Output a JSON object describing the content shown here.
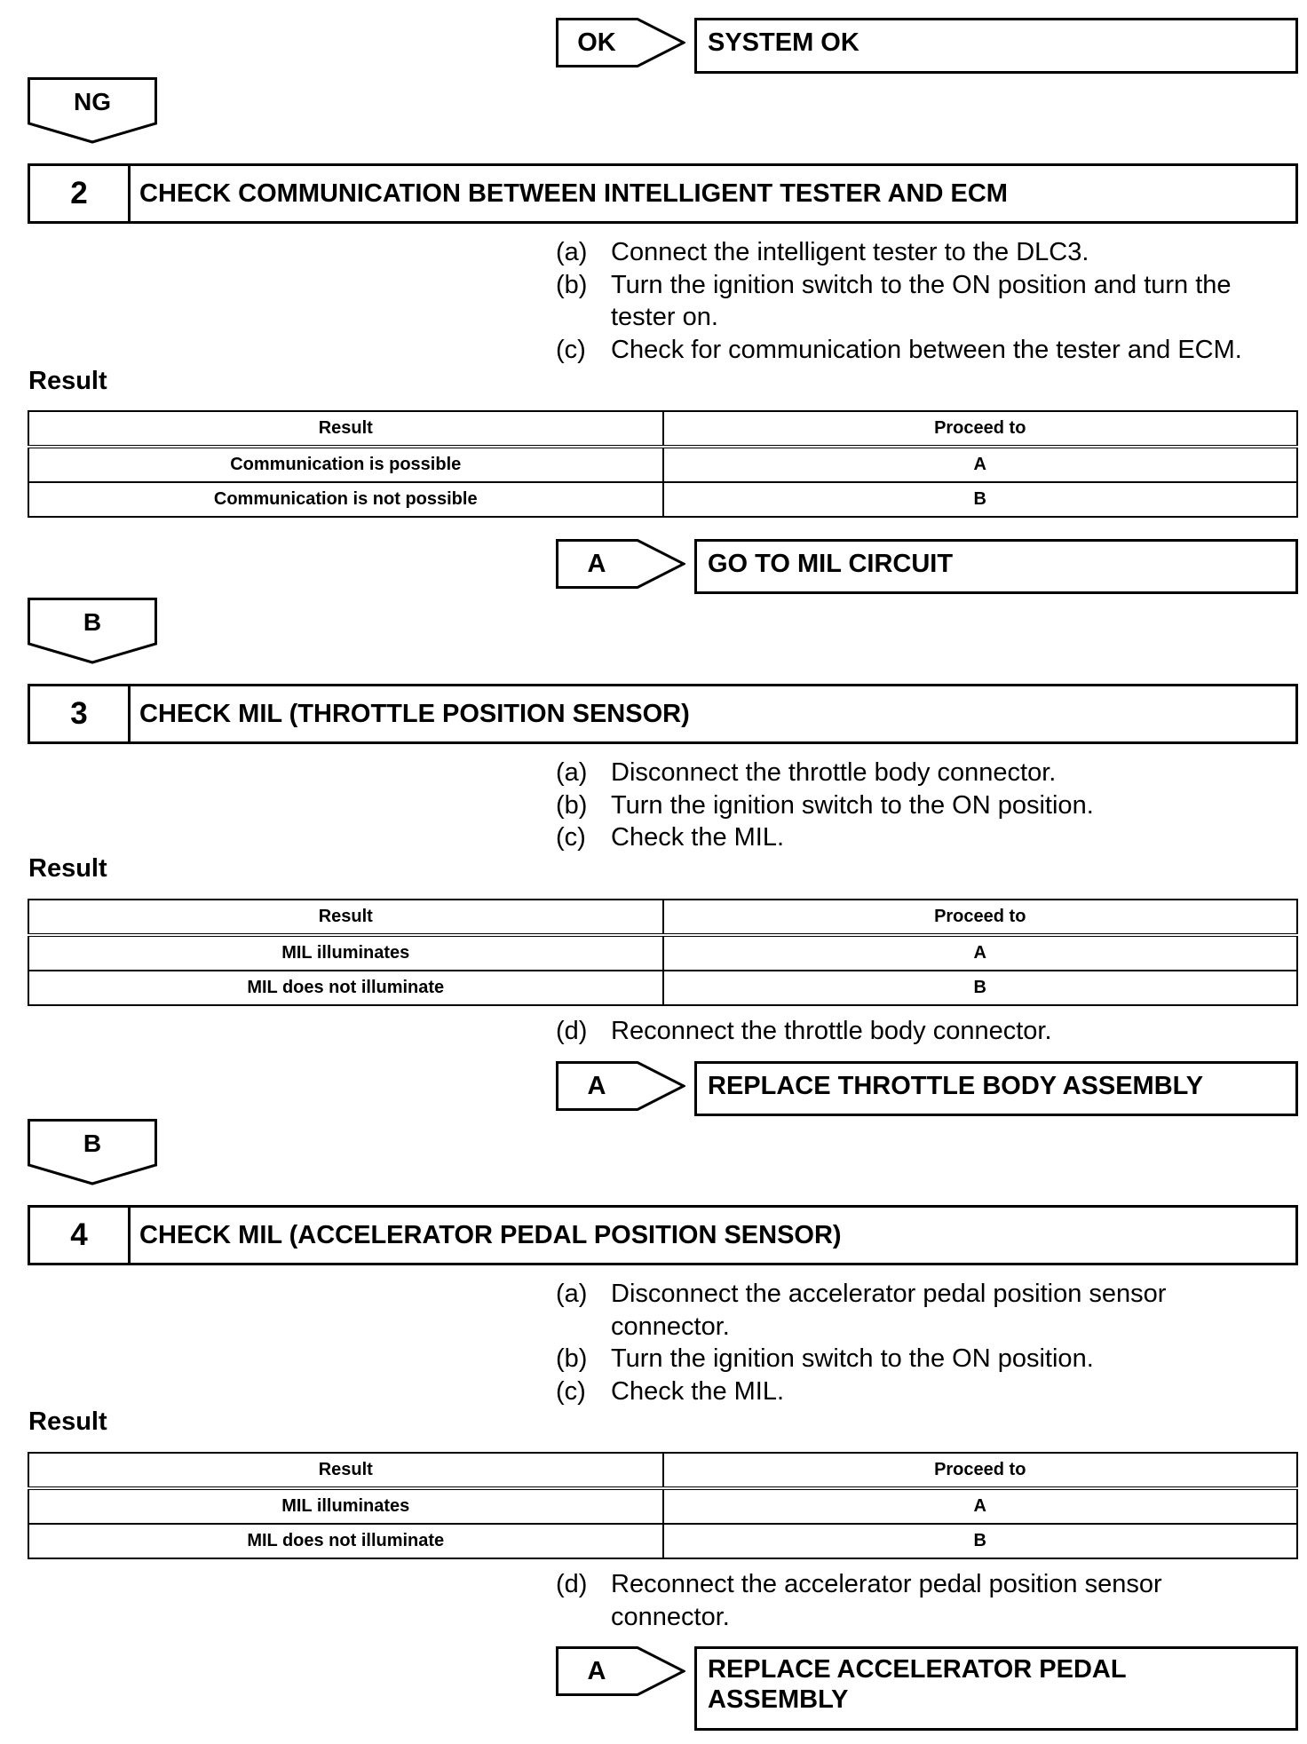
{
  "flow_labels": {
    "ok": "OK",
    "ng": "NG",
    "a": "A",
    "b": "B"
  },
  "results": {
    "system_ok": "SYSTEM OK",
    "go_to_mil": "GO TO MIL CIRCUIT",
    "replace_throttle": "REPLACE THROTTLE BODY ASSEMBLY",
    "replace_pedal": "REPLACE ACCELERATOR PEDAL ASSEMBLY"
  },
  "result_heading": "Result",
  "table_headers": {
    "result": "Result",
    "proceed": "Proceed to"
  },
  "steps": [
    {
      "number": "2",
      "title": "CHECK COMMUNICATION BETWEEN INTELLIGENT TESTER AND ECM",
      "instructions": [
        {
          "marker": "(a)",
          "text": "Connect the intelligent tester to the DLC3."
        },
        {
          "marker": "(b)",
          "text": "Turn the ignition switch to the ON position and turn the tester on."
        },
        {
          "marker": "(c)",
          "text": "Check for communication between the tester and ECM."
        }
      ],
      "table": [
        {
          "result": "Communication is possible",
          "proceed": "A"
        },
        {
          "result": "Communication is not possible",
          "proceed": "B"
        }
      ]
    },
    {
      "number": "3",
      "title": "CHECK MIL (THROTTLE POSITION SENSOR)",
      "instructions": [
        {
          "marker": "(a)",
          "text": "Disconnect the throttle body connector."
        },
        {
          "marker": "(b)",
          "text": "Turn the ignition switch to the ON position."
        },
        {
          "marker": "(c)",
          "text": "Check the MIL."
        }
      ],
      "table": [
        {
          "result": "MIL illuminates",
          "proceed": "A"
        },
        {
          "result": "MIL does not illuminate",
          "proceed": "B"
        }
      ],
      "after": {
        "marker": "(d)",
        "text": "Reconnect the throttle body connector."
      }
    },
    {
      "number": "4",
      "title": "CHECK MIL (ACCELERATOR PEDAL POSITION SENSOR)",
      "instructions": [
        {
          "marker": "(a)",
          "text": "Disconnect the accelerator pedal position sensor connector."
        },
        {
          "marker": "(b)",
          "text": "Turn the ignition switch to the ON position."
        },
        {
          "marker": "(c)",
          "text": "Check the MIL."
        }
      ],
      "table": [
        {
          "result": "MIL illuminates",
          "proceed": "A"
        },
        {
          "result": "MIL does not illuminate",
          "proceed": "B"
        }
      ],
      "after": {
        "marker": "(d)",
        "text": "Reconnect the accelerator pedal position sensor connector."
      }
    }
  ]
}
